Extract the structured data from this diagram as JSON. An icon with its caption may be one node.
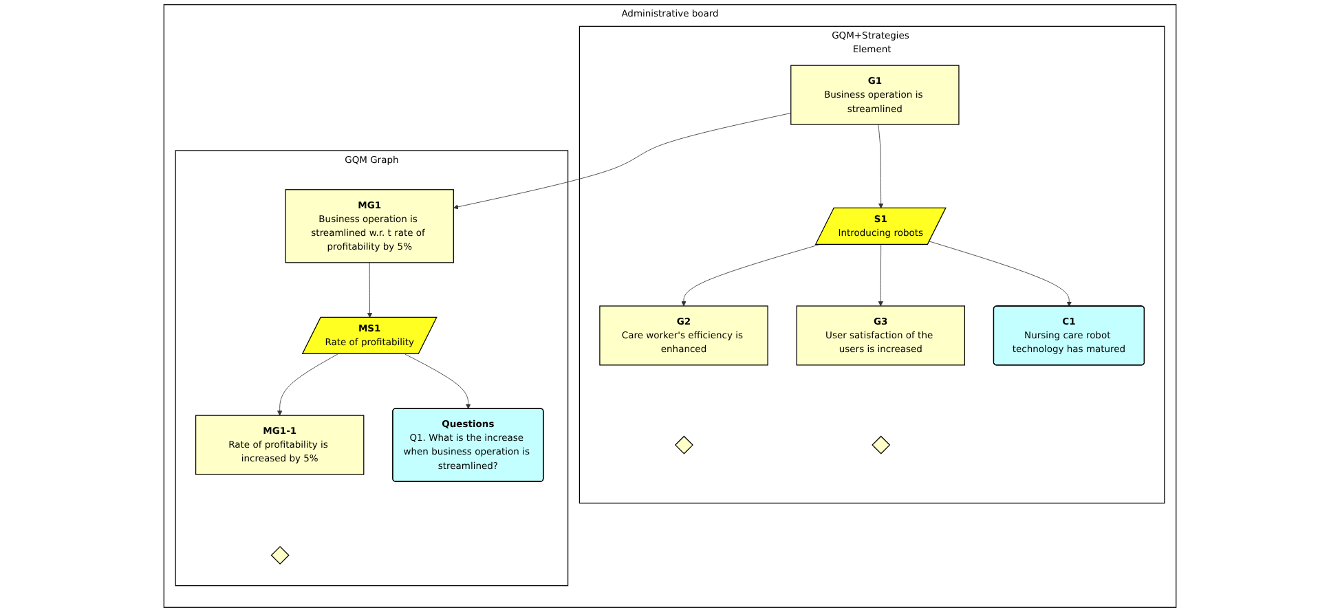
{
  "diagram": {
    "nodes": [
      {
        "text": [
          "Administrative board"
        ]
      },
      {
        "text": [
          "GQM+Strategies Element"
        ],
        "in": 0
      },
      {
        "text": [
          "G1",
          "Business operation is streamlined"
        ],
        "in": 1
      },
      {
        "text": [
          "S1",
          "Introducing robots"
        ],
        "in": 1
      },
      {
        "text": [
          "C1",
          "Nursing care robot technology has matured"
        ],
        "in": 1
      },
      {
        "text": [
          "G2",
          "Care worker's efficiency is enhanced"
        ],
        "in": 1
      },
      {
        "text": [
          "G3",
          "User satisfaction of the users is increased"
        ],
        "in": 1
      },
      {
        "text": [],
        "shape": "diamond",
        "in": 1
      },
      {
        "text": [],
        "shape": "diamond",
        "in": 1
      },
      {
        "text": [
          "GQM Graph"
        ],
        "in": 0
      },
      {
        "text": [
          "MG1",
          "Business operation is streamlined w.r. t rate of profitability by 5%"
        ],
        "in": 9
      },
      {
        "text": [
          "MS1",
          "Rate of profitability"
        ],
        "in": 9
      },
      {
        "text": [
          "Questions",
          "Q1. What is the increase when business operation is streamlined?"
        ],
        "in": 9
      },
      {
        "text": [
          "MG1-1",
          "Rate of profitability is increased by 5%"
        ],
        "in": 9
      },
      {
        "text": [],
        "shape": "diamond",
        "in": 9
      }
    ],
    "edges": [
      {
        "from": 2,
        "to": 3,
        "arrow": "to"
      },
      {
        "from": 3,
        "to": 4,
        "arrow": "to"
      },
      {
        "from": 3,
        "to": 5,
        "arrow": "to"
      },
      {
        "from": 3,
        "to": 6,
        "arrow": "to"
      },
      {
        "from": 2,
        "to": 10,
        "arrow": "to"
      },
      {
        "from": 10,
        "to": 11,
        "arrow": "to"
      },
      {
        "from": 11,
        "to": 12,
        "arrow": "to"
      },
      {
        "from": 11,
        "to": 13,
        "arrow": "to"
      }
    ]
  }
}
